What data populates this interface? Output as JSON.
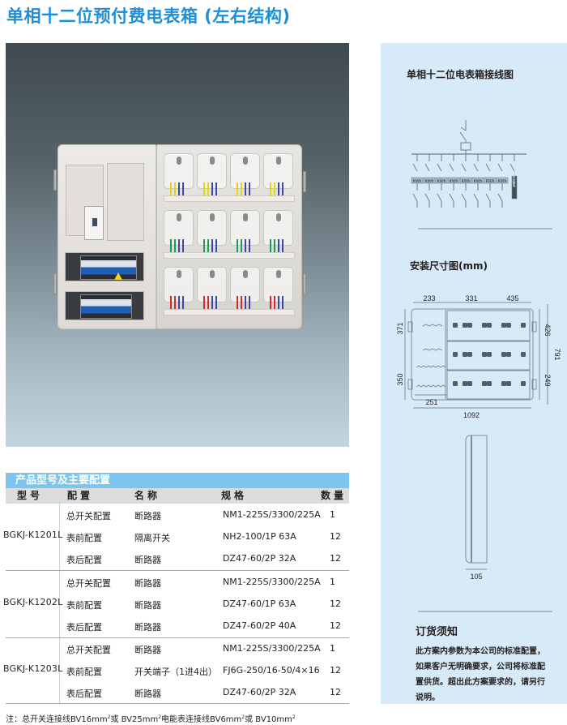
{
  "page": {
    "title": "单相十二位预付费电表箱 (左右结构)",
    "accent_color": "#1e8fd4"
  },
  "product_photo": {
    "description": "product-photo-meter-box",
    "meter_rows": [
      {
        "wire_colors": [
          "#e8d21c",
          "#e8d21c",
          "#3a47a8",
          "#3a47a8"
        ]
      },
      {
        "wire_colors": [
          "#1d9a5a",
          "#1d9a5a",
          "#3a47a8",
          "#3a47a8"
        ]
      },
      {
        "wire_colors": [
          "#d22a2a",
          "#d22a2a",
          "#3a47a8",
          "#3a47a8"
        ]
      }
    ]
  },
  "table": {
    "caption": "产品型号及主要配置",
    "headers": {
      "model": "型号",
      "config": "配置",
      "name": "名称",
      "spec": "规格",
      "qty": "数量"
    },
    "groups": [
      {
        "model": "BGKJ-K1201L",
        "rows": [
          {
            "config": "总开关配置",
            "name": "断路器",
            "spec": "NM1-225S/3300/225A",
            "qty": "1"
          },
          {
            "config": "表前配置",
            "name": "隔离开关",
            "spec": "NH2-100/1P 63A",
            "qty": "12"
          },
          {
            "config": "表后配置",
            "name": "断路器",
            "spec": "DZ47-60/2P 32A",
            "qty": "12"
          }
        ]
      },
      {
        "model": "BGKJ-K1202L",
        "rows": [
          {
            "config": "总开关配置",
            "name": "断路器",
            "spec": "NM1-225S/3300/225A",
            "qty": "1"
          },
          {
            "config": "表前配置",
            "name": "断路器",
            "spec": "DZ47-60/1P 63A",
            "qty": "12"
          },
          {
            "config": "表后配置",
            "name": "断路器",
            "spec": "DZ47-60/2P 40A",
            "qty": "12"
          }
        ]
      },
      {
        "model": "BGKJ-K1203L",
        "rows": [
          {
            "config": "总开关配置",
            "name": "断路器",
            "spec": "NM1-225S/3300/225A",
            "qty": "1"
          },
          {
            "config": "表前配置",
            "name": "开关端子（1进4出）",
            "spec": "FJ6G-250/16-50/4×16",
            "qty": "12"
          },
          {
            "config": "表后配置",
            "name": "断路器",
            "spec": "DZ47-60/2P 32A",
            "qty": "12"
          }
        ]
      }
    ],
    "footnote": {
      "prefix": "注：总开关连接线BV16mm",
      "p1": "或 BV25mm",
      "p2": "电能表连接线BV6mm",
      "p3": "或 BV10mm",
      "sup": "2"
    }
  },
  "side_panel": {
    "wiring_title": "单相十二位电表箱接线图",
    "meter_label": "KWh",
    "meter_count": 8,
    "spare_label": "留给后备电",
    "dimension_title": "安装尺寸图(mm)",
    "dimensions": {
      "top": [
        "233",
        "331",
        "435"
      ],
      "left": [
        "371",
        "350"
      ],
      "right": [
        "426",
        "249"
      ],
      "total_height": "791",
      "bottom_inner": "251",
      "total_width": "1092",
      "depth": "105"
    },
    "notice": {
      "title": "订货须知",
      "body": "此方案内参数为本公司的标准配置，如果客户无明确要求，公司将标准配置供货。超出此方案要求的，请另行说明。"
    }
  }
}
